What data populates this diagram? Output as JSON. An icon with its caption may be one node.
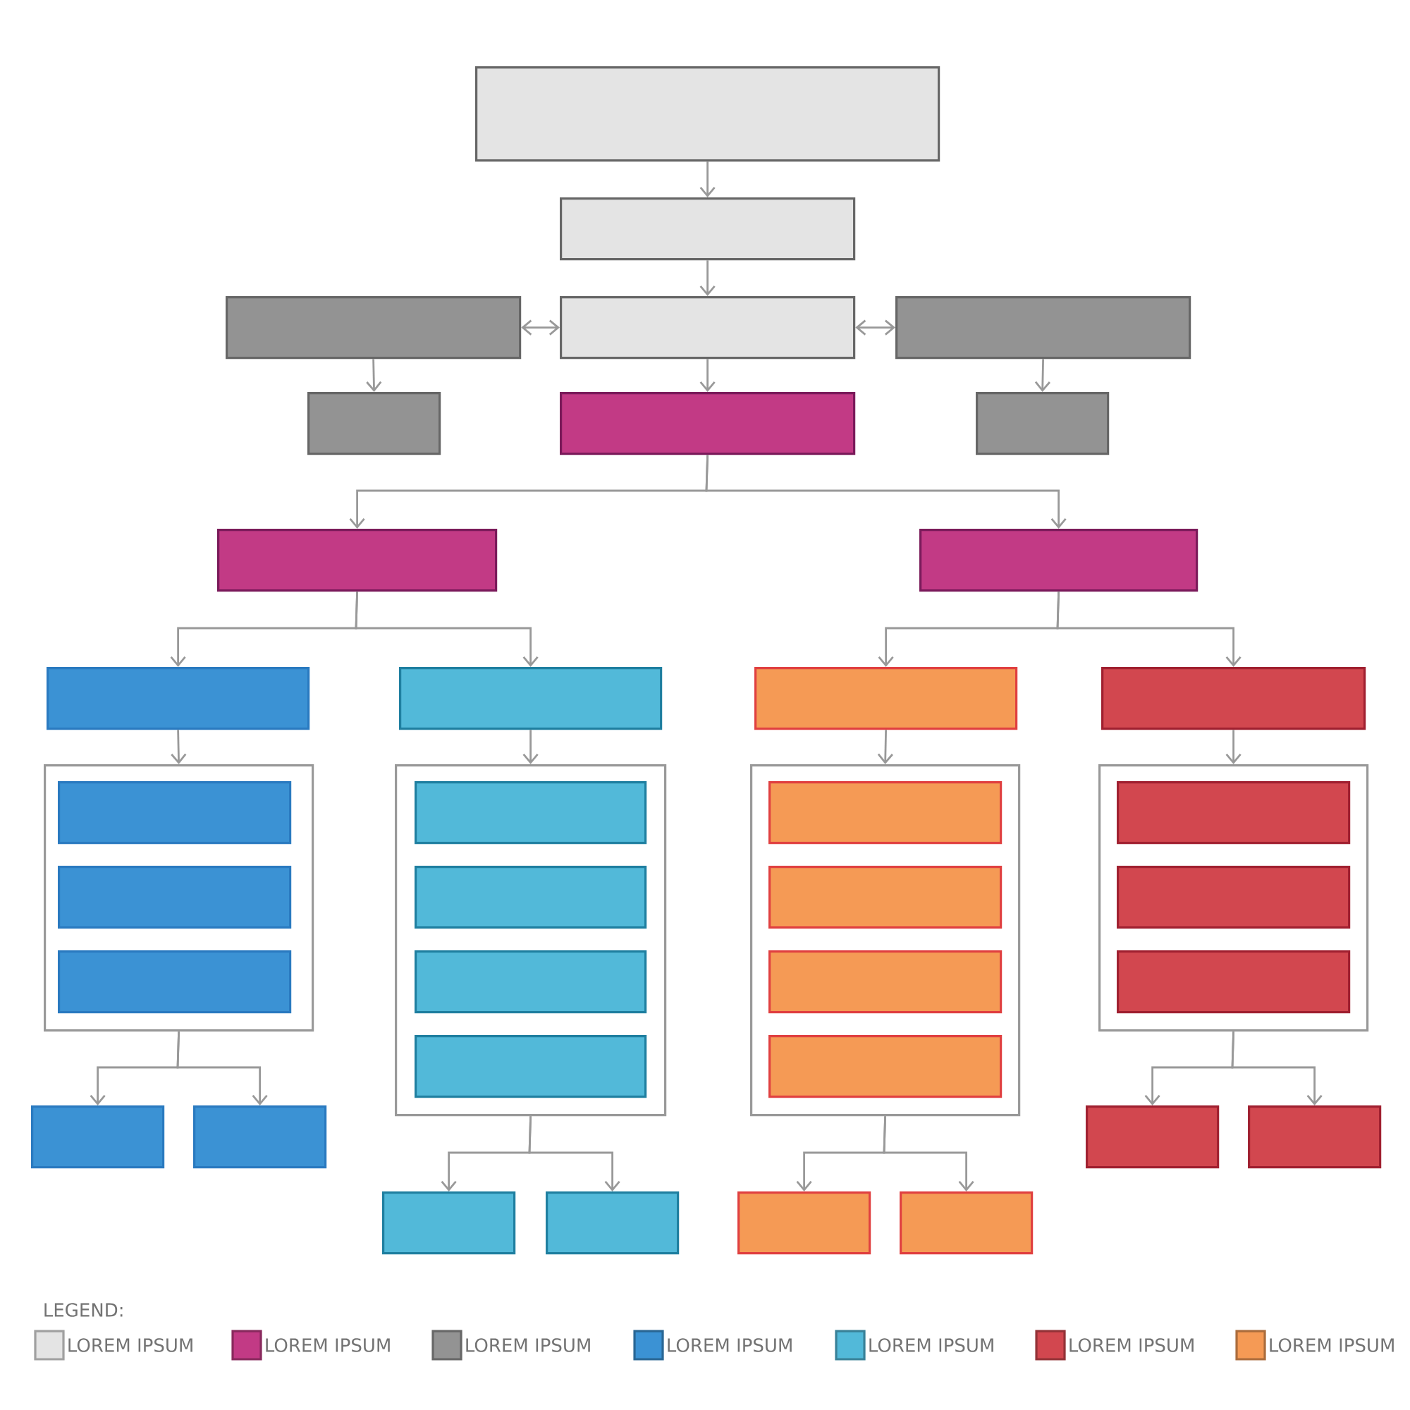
{
  "diagram": {
    "nodes": [
      {
        "text": [],
        "shape": "box"
      },
      {
        "text": [],
        "shape": "box"
      },
      {
        "text": [],
        "shape": "box"
      },
      {
        "text": [],
        "shape": "box"
      },
      {
        "text": [],
        "shape": "box"
      },
      {
        "text": [],
        "shape": "box"
      },
      {
        "text": [],
        "shape": "box"
      },
      {
        "text": [],
        "shape": "box"
      },
      {
        "text": [],
        "shape": "box"
      },
      {
        "text": [],
        "shape": "box"
      },
      {
        "text": [],
        "shape": "box"
      },
      {
        "text": [],
        "shape": "box"
      },
      {
        "text": [],
        "shape": "box"
      },
      {
        "text": [],
        "shape": "box"
      },
      {
        "text": [],
        "shape": "box"
      },
      {
        "text": [],
        "shape": "box",
        "in": 14
      },
      {
        "text": [],
        "shape": "box",
        "in": 14
      },
      {
        "text": [],
        "shape": "box",
        "in": 14
      },
      {
        "text": [],
        "shape": "box"
      },
      {
        "text": [],
        "shape": "box",
        "in": 18
      },
      {
        "text": [],
        "shape": "box",
        "in": 18
      },
      {
        "text": [],
        "shape": "box",
        "in": 18
      },
      {
        "text": [],
        "shape": "box",
        "in": 18
      },
      {
        "text": [],
        "shape": "box"
      },
      {
        "text": [],
        "shape": "box",
        "in": 23
      },
      {
        "text": [],
        "shape": "box",
        "in": 23
      },
      {
        "text": [],
        "shape": "box",
        "in": 23
      },
      {
        "text": [],
        "shape": "box",
        "in": 23
      },
      {
        "text": [],
        "shape": "box"
      },
      {
        "text": [],
        "shape": "box",
        "in": 28
      },
      {
        "text": [],
        "shape": "box",
        "in": 28
      },
      {
        "text": [],
        "shape": "box",
        "in": 28
      },
      {
        "text": [],
        "shape": "box"
      },
      {
        "text": [],
        "shape": "box"
      },
      {
        "text": [],
        "shape": "box"
      },
      {
        "text": [],
        "shape": "box"
      },
      {
        "text": [],
        "shape": "box"
      },
      {
        "text": [],
        "shape": "box"
      },
      {
        "text": [],
        "shape": "box"
      },
      {
        "text": [],
        "shape": "box"
      }
    ],
    "edges": [
      {
        "from": 0,
        "to": 1,
        "arrow": "to"
      },
      {
        "from": 1,
        "to": 3,
        "arrow": "to"
      },
      {
        "from": 3,
        "to": 2,
        "arrow": "both"
      },
      {
        "from": 3,
        "to": 4,
        "arrow": "both"
      },
      {
        "from": 2,
        "to": 5,
        "arrow": "to"
      },
      {
        "from": 3,
        "to": 6,
        "arrow": "to"
      },
      {
        "from": 4,
        "to": 7,
        "arrow": "to"
      },
      {
        "from": 6,
        "to": 8,
        "arrow": "to"
      },
      {
        "from": 6,
        "to": 9,
        "arrow": "to"
      },
      {
        "from": 8,
        "to": 10,
        "arrow": "to"
      },
      {
        "from": 8,
        "to": 11,
        "arrow": "to"
      },
      {
        "from": 9,
        "to": 12,
        "arrow": "to"
      },
      {
        "from": 9,
        "to": 13,
        "arrow": "to"
      },
      {
        "from": 10,
        "to": 14,
        "arrow": "to"
      },
      {
        "from": 11,
        "to": 18,
        "arrow": "to"
      },
      {
        "from": 12,
        "to": 23,
        "arrow": "to"
      },
      {
        "from": 13,
        "to": 28,
        "arrow": "to"
      },
      {
        "from": 14,
        "to": 32,
        "arrow": "to"
      },
      {
        "from": 14,
        "to": 33,
        "arrow": "to"
      },
      {
        "from": 18,
        "to": 34,
        "arrow": "to"
      },
      {
        "from": 18,
        "to": 35,
        "arrow": "to"
      },
      {
        "from": 23,
        "to": 36,
        "arrow": "to"
      },
      {
        "from": 23,
        "to": 37,
        "arrow": "to"
      },
      {
        "from": 28,
        "to": 38,
        "arrow": "to"
      },
      {
        "from": 28,
        "to": 39,
        "arrow": "to"
      }
    ],
    "labels": [
      "LEGEND:"
    ],
    "legend": [
      {
        "text": "LOREM IPSUM",
        "color": "#e4e4e4"
      },
      {
        "text": "LOREM IPSUM",
        "color": "#c23a85"
      },
      {
        "text": "LOREM IPSUM",
        "color": "#939393"
      },
      {
        "text": "LOREM IPSUM",
        "color": "#3b92d4"
      },
      {
        "text": "LOREM IPSUM",
        "color": "#52b9d9"
      },
      {
        "text": "LOREM IPSUM",
        "color": "#d2474f"
      },
      {
        "text": "LOREM IPSUM",
        "color": "#f59a55"
      }
    ]
  }
}
